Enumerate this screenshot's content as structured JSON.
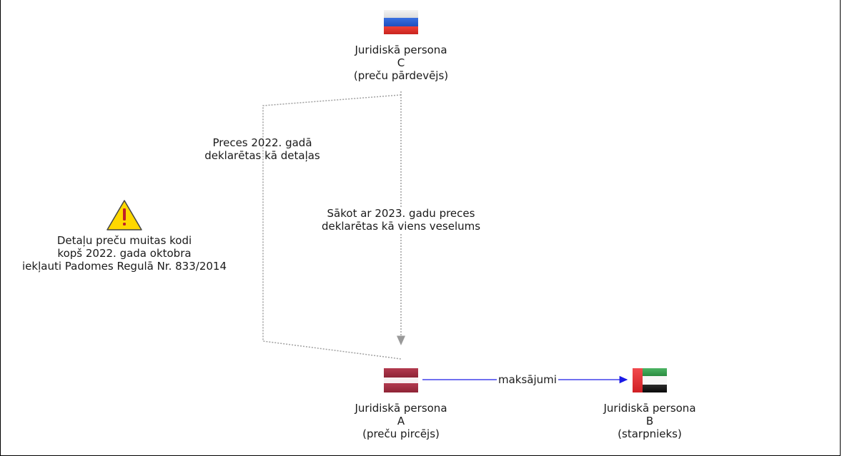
{
  "nodes": {
    "c": {
      "line1": "Juridiskā persona",
      "line2": "C",
      "line3": "(preču pārdevējs)",
      "flag_icon": "russia-flag-icon"
    },
    "a": {
      "line1": "Juridiskā persona",
      "line2": "A",
      "line3": "(preču pircējs)",
      "flag_icon": "latvia-flag-icon"
    },
    "b": {
      "line1": "Juridiskā persona",
      "line2": "B",
      "line3": "(starpnieks)",
      "flag_icon": "uae-flag-icon"
    }
  },
  "edges": {
    "declared_2022": {
      "line1": "Preces 2022. gadā",
      "line2": "deklarētas kā detaļas"
    },
    "declared_2023": {
      "line1": "Sākot ar 2023. gadu preces",
      "line2": "deklarētas kā viens veselums"
    },
    "payments": {
      "label": "maksājumi"
    }
  },
  "warning": {
    "icon": "warning-triangle-icon",
    "line1": "Detaļu preču muitas kodi",
    "line2": "kopš 2022. gada oktobra",
    "line3": "iekļauti Padomes Regulā Nr. 833/2014"
  },
  "colors": {
    "dotted_line": "#a0a0a0",
    "payment_arrow": "#1a1ae6",
    "warning_fill": "#ffd800",
    "russia": [
      "#ffffff",
      "#2a5fd0",
      "#e0302a"
    ],
    "latvia": [
      "#9e2b3e",
      "#ffffff",
      "#9e2b3e"
    ],
    "uae": [
      "#2e9a48",
      "#ffffff",
      "#111111",
      "#e32228"
    ]
  }
}
